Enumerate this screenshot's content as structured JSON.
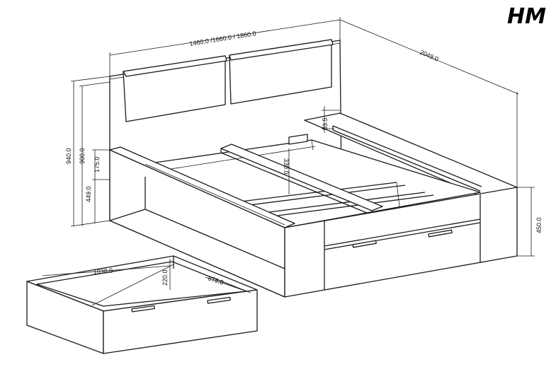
{
  "brand": {
    "logo_text": "HM"
  },
  "dimensions": {
    "width_options": "1460.0 /1660.0 / 1860.0",
    "length": "2049.0",
    "headboard_height": "940.0",
    "headboard_panel_height": "900.0",
    "rail_height_small": "175.0",
    "side_height": "449.0",
    "slat_offset": "83.5",
    "slat_depth": "330.0",
    "bed_height": "450.0",
    "drawer_width": "1038.0",
    "drawer_height": "220.0",
    "drawer_depth": "878.0"
  }
}
